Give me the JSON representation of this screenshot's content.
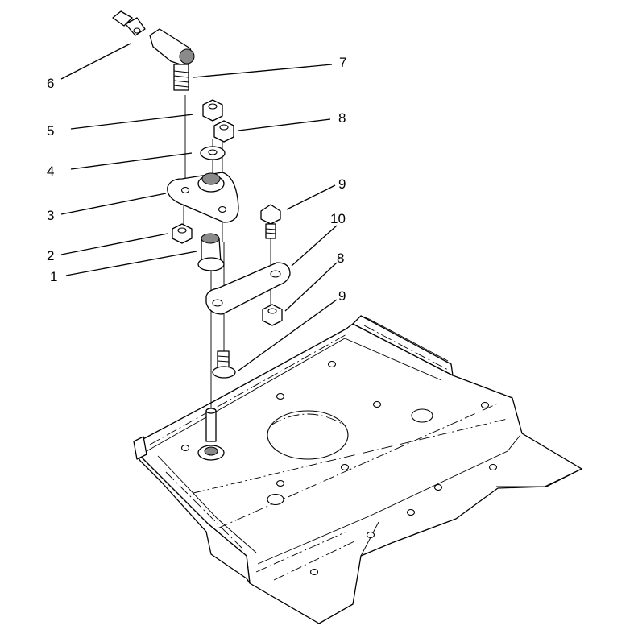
{
  "callouts": [
    {
      "id": "c6",
      "label": "6"
    },
    {
      "id": "c7",
      "label": "7"
    },
    {
      "id": "c5",
      "label": "5"
    },
    {
      "id": "c8a",
      "label": "8"
    },
    {
      "id": "c4",
      "label": "4"
    },
    {
      "id": "c9a",
      "label": "9"
    },
    {
      "id": "c3",
      "label": "3"
    },
    {
      "id": "c10",
      "label": "10"
    },
    {
      "id": "c2",
      "label": "2"
    },
    {
      "id": "c8b",
      "label": "8"
    },
    {
      "id": "c1",
      "label": "1"
    },
    {
      "id": "c9b",
      "label": "9"
    }
  ]
}
